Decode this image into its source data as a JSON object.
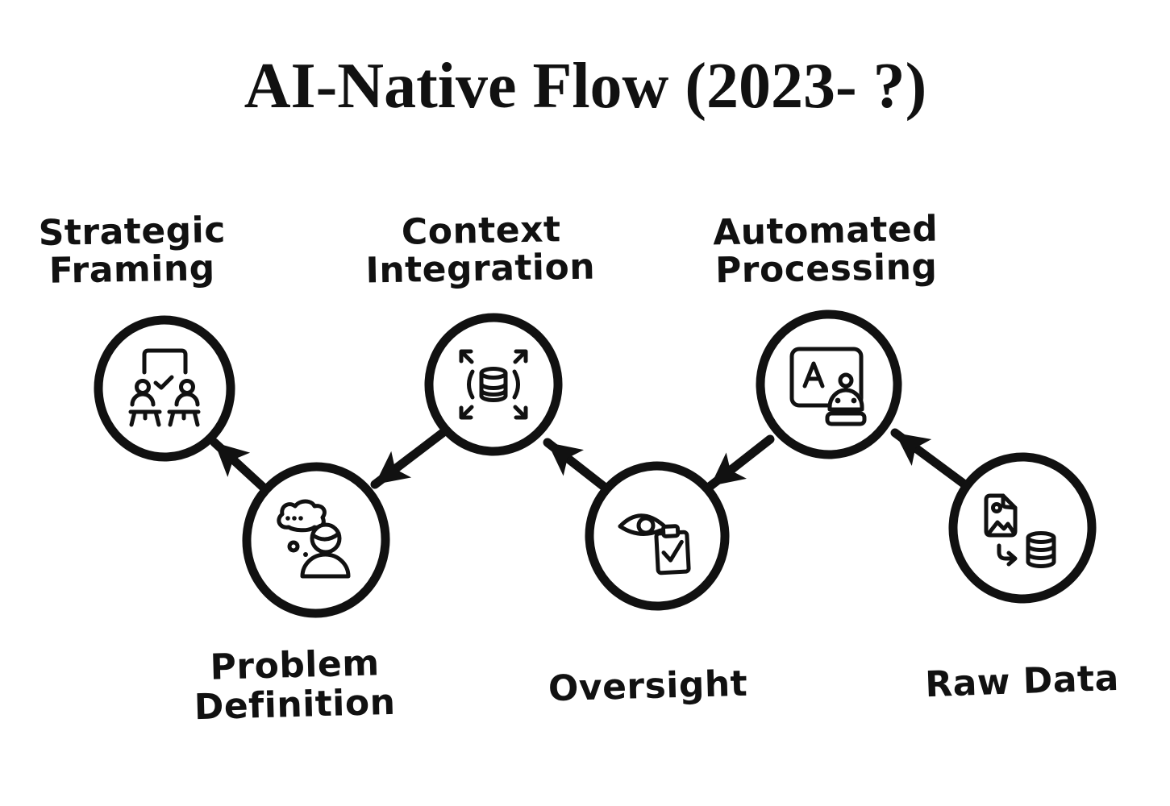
{
  "title": "AI-Native Flow (2023- ?)",
  "diagram": {
    "type": "flowchart",
    "style": "hand-drawn black ink sketch on white background",
    "flow_direction": "right-to-left",
    "colors": {
      "ink": "#111111",
      "background": "#ffffff"
    },
    "nodes": [
      {
        "id": "strategic-framing",
        "label": "Strategic Framing",
        "label_lines": [
          "Strategic",
          "Framing"
        ],
        "label_position": "above",
        "icon": "meeting-table-icon"
      },
      {
        "id": "problem-definition",
        "label": "Problem Definition",
        "label_lines": [
          "Problem",
          "Definition"
        ],
        "label_position": "below",
        "icon": "thinking-person-icon"
      },
      {
        "id": "context-integration",
        "label": "Context Integration",
        "label_lines": [
          "Context",
          "Integration"
        ],
        "label_position": "above",
        "icon": "database-expand-icon"
      },
      {
        "id": "oversight",
        "label": "Oversight",
        "label_lines": [
          "Oversight"
        ],
        "label_position": "below",
        "icon": "eye-checklist-icon"
      },
      {
        "id": "automated-processing",
        "label": "Automated Processing",
        "label_lines": [
          "Automated",
          "Processing"
        ],
        "label_position": "above",
        "icon": "ai-robot-icon"
      },
      {
        "id": "raw-data",
        "label": "Raw Data",
        "label_lines": [
          "Raw Data"
        ],
        "label_position": "below",
        "icon": "image-to-database-icon"
      }
    ],
    "edges": [
      {
        "from": "raw-data",
        "to": "automated-processing"
      },
      {
        "from": "automated-processing",
        "to": "oversight"
      },
      {
        "from": "oversight",
        "to": "context-integration"
      },
      {
        "from": "context-integration",
        "to": "problem-definition"
      },
      {
        "from": "problem-definition",
        "to": "strategic-framing"
      }
    ]
  }
}
